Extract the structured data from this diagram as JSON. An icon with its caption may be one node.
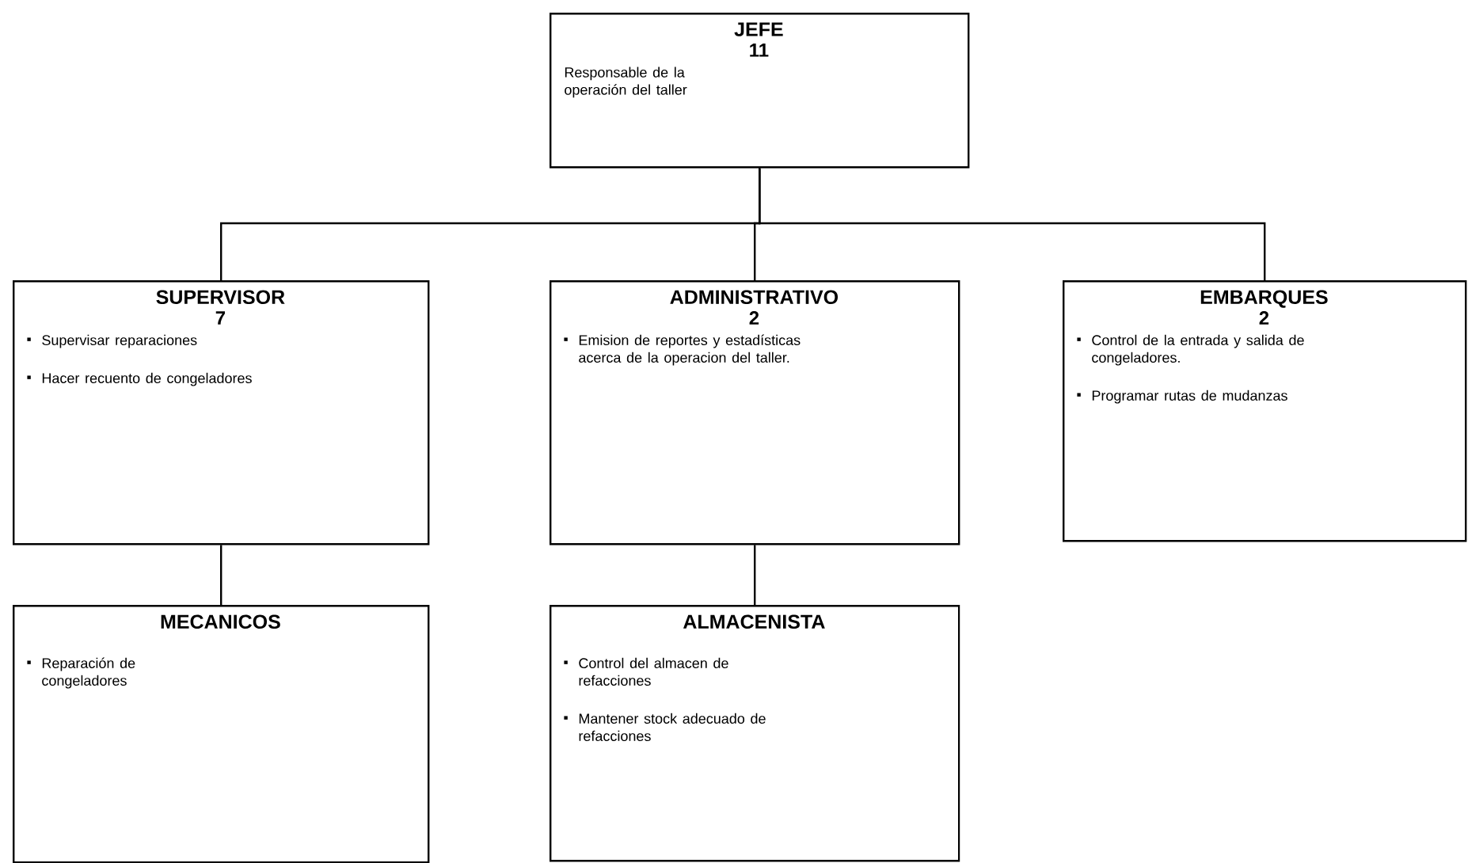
{
  "diagram": {
    "nodes": [
      {
        "text": [
          "JEFE",
          "11",
          "Responsable de la operación del taller"
        ]
      },
      {
        "text": [
          "SUPERVISOR",
          "7",
          "Supervisar reparaciones",
          "Hacer recuento de congeladores"
        ]
      },
      {
        "text": [
          "ADMINISTRATIVO",
          "2",
          "Emision de reportes y estadísticas acerca de la operacion del taller."
        ]
      },
      {
        "text": [
          "EMBARQUES",
          "2",
          "Control de la entrada y salida de congeladores.",
          "Programar rutas de mudanzas"
        ]
      },
      {
        "text": [
          "MECANICOS",
          "Reparación de congeladores"
        ]
      },
      {
        "text": [
          "ALMACENISTA",
          "Control del almacen de refacciones",
          "Mantener stock adecuado de refacciones"
        ]
      }
    ],
    "edges": [
      {
        "from": 0,
        "to": 1,
        "arrow": "none"
      },
      {
        "from": 0,
        "to": 2,
        "arrow": "none"
      },
      {
        "from": 0,
        "to": 3,
        "arrow": "none"
      },
      {
        "from": 1,
        "to": 4,
        "arrow": "none"
      },
      {
        "from": 2,
        "to": 5,
        "arrow": "none"
      }
    ]
  }
}
